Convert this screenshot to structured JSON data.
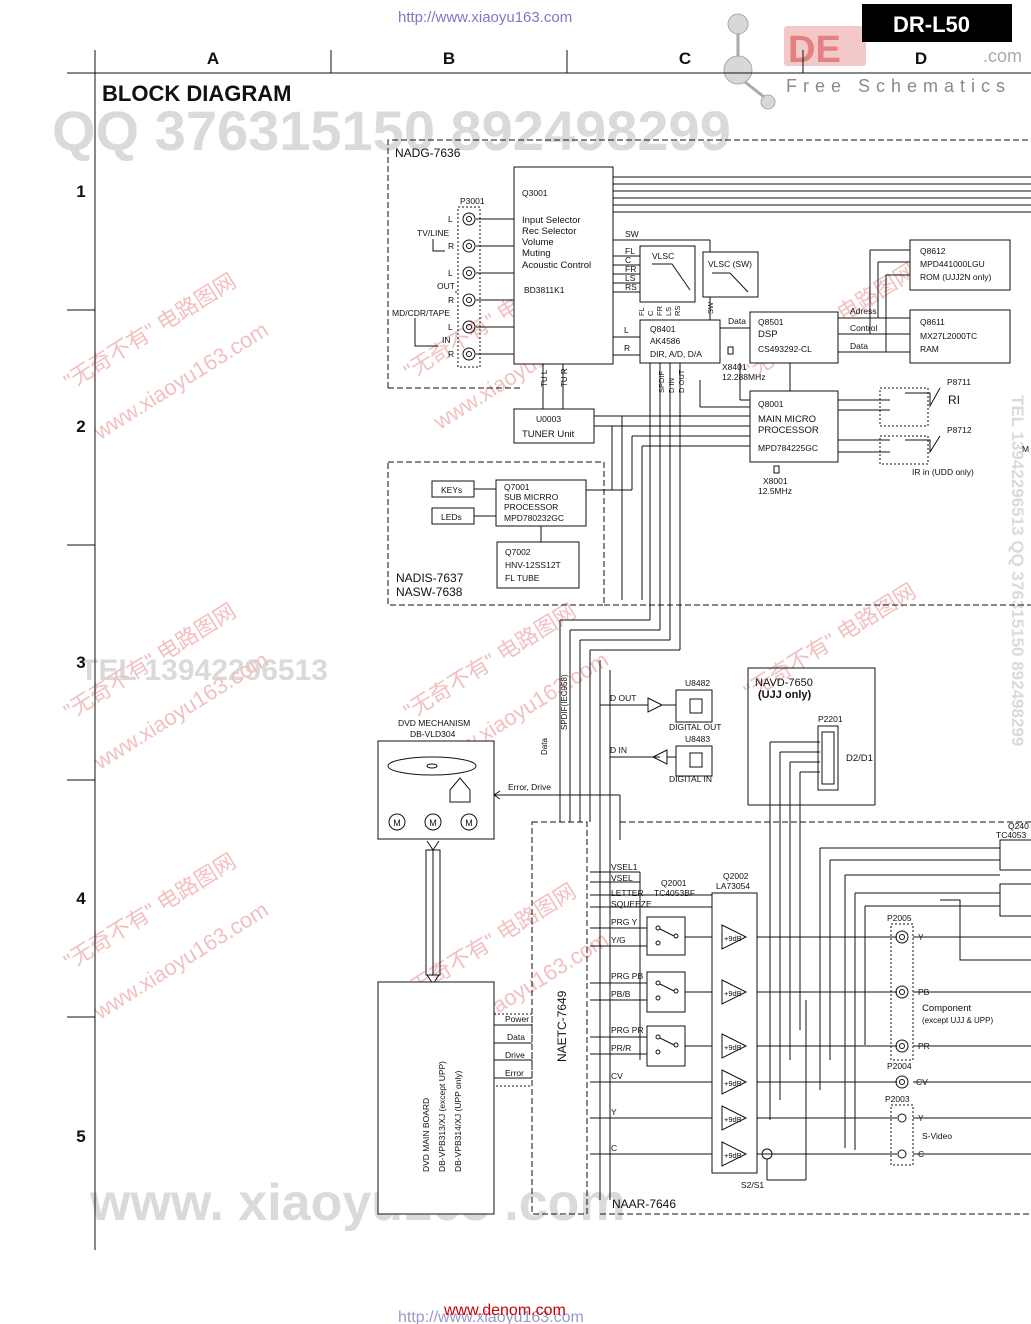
{
  "header": {
    "url_top": "http://www.xiaoyu163.com",
    "model": "DR-L50",
    "brand_tagline": "Free Schematics",
    "brand_com": ".com",
    "page_title": "BLOCK DIAGRAM"
  },
  "footer": {
    "url_red": "www.denom.com",
    "url_gray": "http://www.xiaoyu163.com"
  },
  "watermarks": {
    "qq": "QQ 376315150   892498299",
    "tel": "TEL 13942296513",
    "site_big": "www. xiaoyu163 .com",
    "cn": "\"无奇不有\" 电路图网",
    "site_small": "www.xiaoyu163.com",
    "side_right": "TEL 13942296513  QQ 376315150  892498299"
  },
  "grid": {
    "columns": [
      "A",
      "B",
      "C",
      "D"
    ],
    "rows": [
      "1",
      "2",
      "3",
      "4",
      "5"
    ]
  },
  "blocks": {
    "nadg": "NADG-7636",
    "q3001": {
      "ref": "Q3001",
      "lines": [
        "Input Selector",
        "Rec Selector",
        "Volume",
        "Muting",
        "Acoustic Control"
      ],
      "part": "BD3811K1"
    },
    "p3001": "P3001",
    "jack_labels": [
      "L",
      "R",
      "L",
      "R",
      "L",
      "R"
    ],
    "tvline": "TV/LINE",
    "out": "OUT",
    "mdcdr": "MD/CDR/TAPE",
    "in": "IN",
    "vlsc": "VLSC",
    "vlsc_sw": "VLSC (SW)",
    "ch_labels": [
      "SW",
      "FL",
      "C",
      "FR",
      "LS",
      "RS"
    ],
    "ch_labels_vert": [
      "FL",
      "C",
      "FR",
      "LS",
      "RS"
    ],
    "sw_vert": "SW",
    "q8401": {
      "ref": "Q8401",
      "part": "AK4586",
      "func": "DIR, A/D, D/A",
      "l": "L",
      "r": "R"
    },
    "x8401": {
      "ref": "X8401",
      "freq": "12.288MHz"
    },
    "q8501": {
      "ref": "Q8501",
      "name": "DSP",
      "part": "CS493292-CL"
    },
    "q8612": {
      "ref": "Q8612",
      "part": "MPD441000LGU",
      "note": "ROM (UJJ2N only)"
    },
    "q8611": {
      "ref": "Q8611",
      "part": "MX27L2000TC",
      "note": "RAM"
    },
    "bus_labels": {
      "data": "Data",
      "adress": "Adress",
      "control": "Control",
      "data2": "Data"
    },
    "spdif_vert": [
      "SPDIF",
      "D IN",
      "D OUT"
    ],
    "tu_labels": [
      "TU L",
      "TU R"
    ],
    "u0003": {
      "ref": "U0003",
      "name": "TUNER Unit"
    },
    "q8001": {
      "ref": "Q8001",
      "lines": [
        "MAIN MICRO",
        "PROCESSOR"
      ],
      "part": "MPD784225GC"
    },
    "x8001": {
      "ref": "X8001",
      "freq": "12.5MHz"
    },
    "p8711": {
      "ref": "P8711",
      "label": "RI"
    },
    "p8712": {
      "ref": "P8712",
      "label": "IR in (UDD only)"
    },
    "right_edge_label": "M",
    "q7001": {
      "ref": "Q7001",
      "lines": [
        "SUB MICRRO",
        "PROCESSOR"
      ],
      "part": "MPD780232GC"
    },
    "keys": "KEYs",
    "leds": "LEDs",
    "q7002": {
      "ref": "Q7002",
      "part": "HNV-12SS12T",
      "note": "FL TUBE"
    },
    "nadis": "NADIS-7637",
    "nasw": "NASW-7638",
    "dvd_mech": {
      "title": "DVD MECHANISM",
      "model": "DB-VLD304",
      "motor": "M"
    },
    "err_drive": "Error, Drive",
    "data_vert": "Data",
    "spdif_iec": "SPDIF(IEC958)",
    "dout": "D OUT",
    "din": "D IN",
    "u8482": {
      "ref": "U8482",
      "name": "DIGITAL OUT"
    },
    "u8483": {
      "ref": "U8483",
      "name": "DIGITAL IN"
    },
    "navd": {
      "ref": "NAVD-7650",
      "note": "(UJJ only)"
    },
    "p2201": {
      "ref": "P2201",
      "label": "D2/D1"
    },
    "q240": {
      "ref": "Q240",
      "part": "TC4053"
    },
    "vsel": [
      "VSEL1",
      "VSEL",
      "LETTER",
      "SQUEEZE"
    ],
    "q2001": {
      "ref": "Q2001",
      "part": "TC4053BF"
    },
    "q2002": {
      "ref": "Q2002",
      "part": "LA73054"
    },
    "sig_labels": [
      "PRG Y",
      "Y/G",
      "PRG PB",
      "PB/B",
      "PRG PR",
      "PR/R",
      "CV",
      "Y",
      "C"
    ],
    "gain": "+9dB",
    "p2005": {
      "ref": "P2005",
      "y": "Y",
      "pb": "PB",
      "pr": "PR"
    },
    "component": {
      "name": "Component",
      "note": "(except UJJ & UPP)"
    },
    "p2004": {
      "ref": "P2004",
      "label": "CV"
    },
    "p2003": {
      "ref": "P2003",
      "y": "Y",
      "c": "C"
    },
    "svideo": "S-Video",
    "naetc": "NAETC-7649",
    "naar": "NAAR-7646",
    "s2s1": "S2/S1",
    "dvd_main": {
      "lines": [
        "DVD MAIN BOARD",
        "DB-VPB313/XJ (except UPP)",
        "DB-VPB314/XJ (UPP only)"
      ]
    },
    "link_labels": [
      "Power",
      "Data",
      "Drive",
      "Error"
    ]
  }
}
